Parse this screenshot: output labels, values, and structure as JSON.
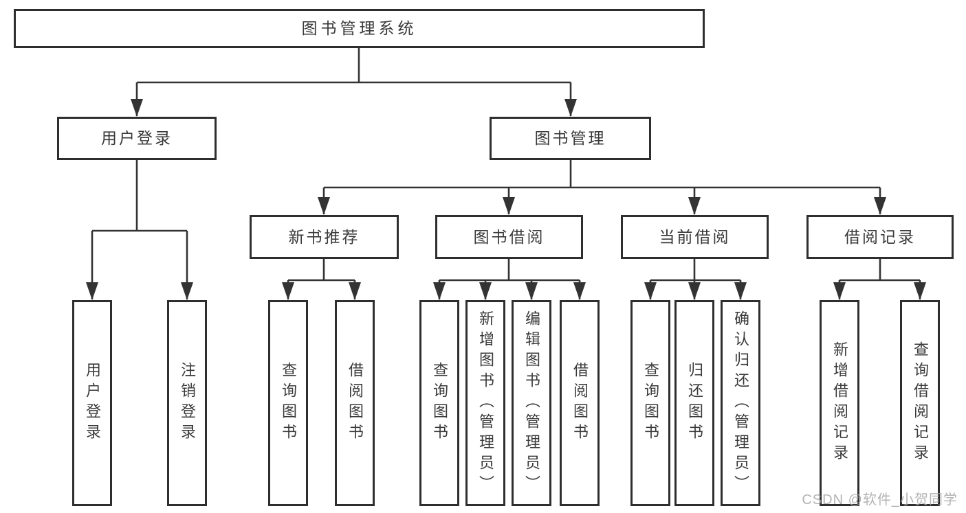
{
  "colors": {
    "line": "#333333",
    "border": "#2e2e2e",
    "text": "#3a3a3a",
    "watermark": "#a6a6a6",
    "background": "#ffffff"
  },
  "diagram": {
    "type": "hierarchy-tree",
    "root": {
      "label": "图书管理系统"
    },
    "branches": [
      {
        "label": "用户登录",
        "children": [
          {
            "label": "用户登录"
          },
          {
            "label": "注销登录"
          }
        ]
      },
      {
        "label": "图书管理",
        "children": [
          {
            "label": "新书推荐",
            "children": [
              {
                "label": "查询图书"
              },
              {
                "label": "借阅图书"
              }
            ]
          },
          {
            "label": "图书借阅",
            "children": [
              {
                "label": "查询图书"
              },
              {
                "label": "新增图书（管理员）"
              },
              {
                "label": "编辑图书（管理员）"
              },
              {
                "label": "借阅图书"
              }
            ]
          },
          {
            "label": "当前借阅",
            "children": [
              {
                "label": "查询图书"
              },
              {
                "label": "归还图书"
              },
              {
                "label": "确认归还（管理员）"
              }
            ]
          },
          {
            "label": "借阅记录",
            "children": [
              {
                "label": "新增借阅记录"
              },
              {
                "label": "查询借阅记录"
              }
            ]
          }
        ]
      }
    ]
  },
  "watermark": {
    "text": "CSDN @软件_小贺同学"
  }
}
